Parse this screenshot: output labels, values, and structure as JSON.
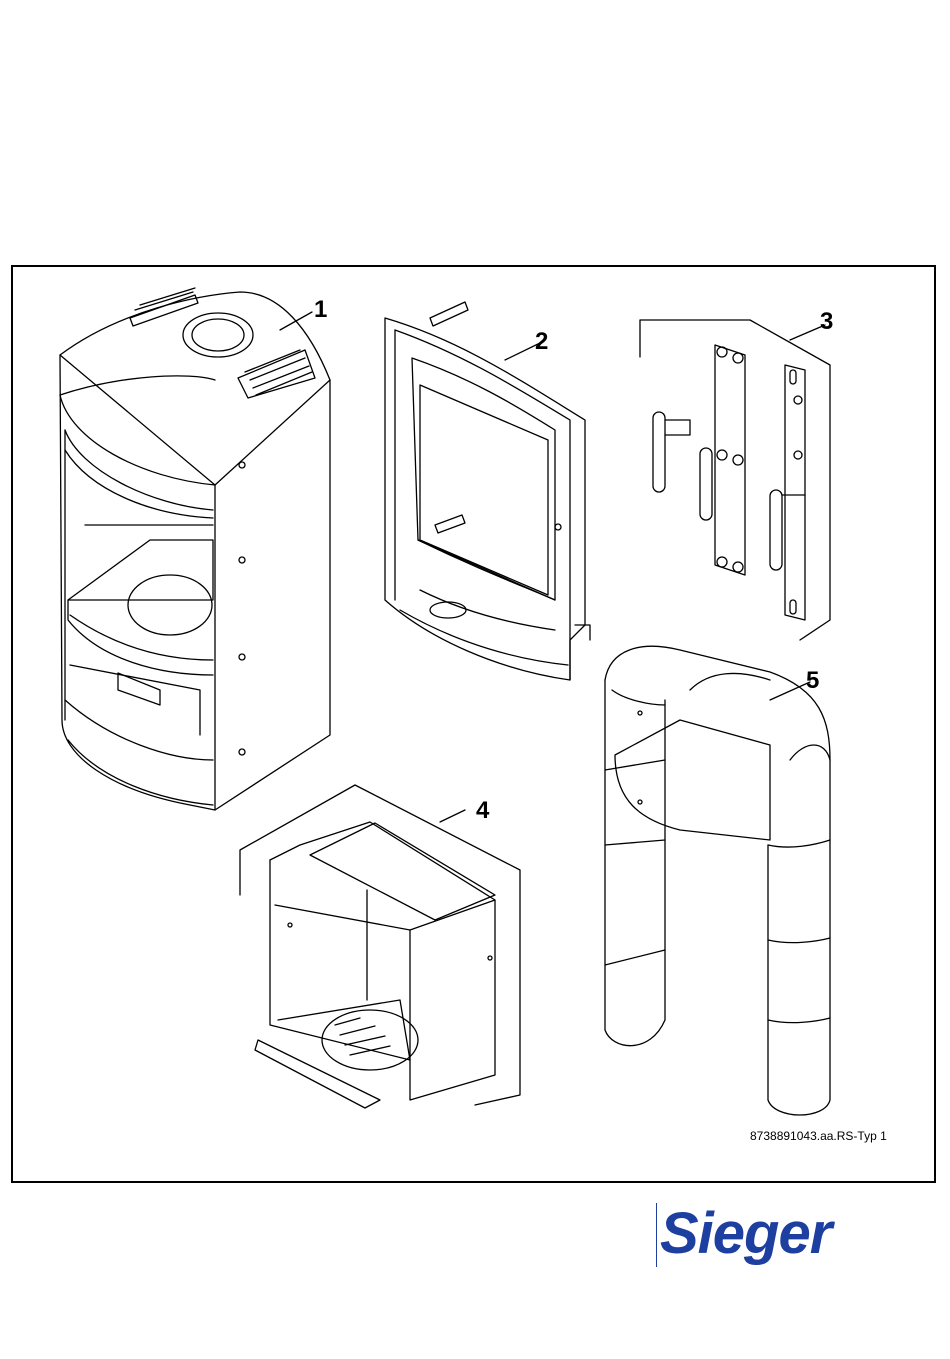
{
  "callouts": [
    "1",
    "2",
    "3",
    "4",
    "5"
  ],
  "document_number": "8738891043.aa.RS-Typ 1",
  "brand": {
    "name": "Sieger",
    "logo_text": "Sieger",
    "color": "#1d3fa0"
  }
}
